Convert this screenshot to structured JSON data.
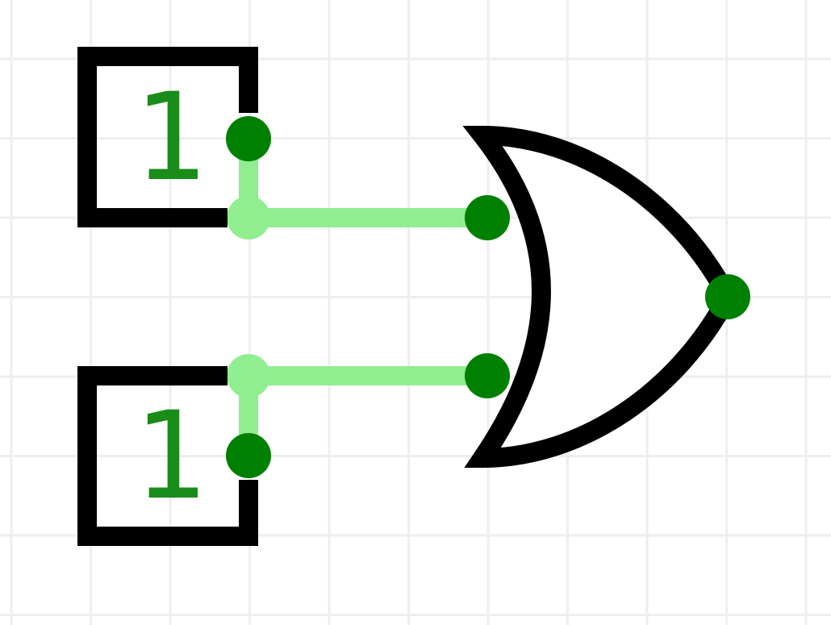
{
  "colors": {
    "grid": "#eeeeee",
    "outline": "#000000",
    "wire_active": "#90ee90",
    "pin": "#008000",
    "value_text": "#198c19",
    "gate_fill": "#ffffff"
  },
  "circuit": {
    "inputs": [
      {
        "name": "input-a",
        "value": "1"
      },
      {
        "name": "input-b",
        "value": "1"
      }
    ],
    "gate": {
      "type": "OR"
    },
    "wires": [
      {
        "from": "input-a",
        "to": "gate-input-1",
        "state": "high"
      },
      {
        "from": "input-b",
        "to": "gate-input-2",
        "state": "high"
      }
    ]
  }
}
